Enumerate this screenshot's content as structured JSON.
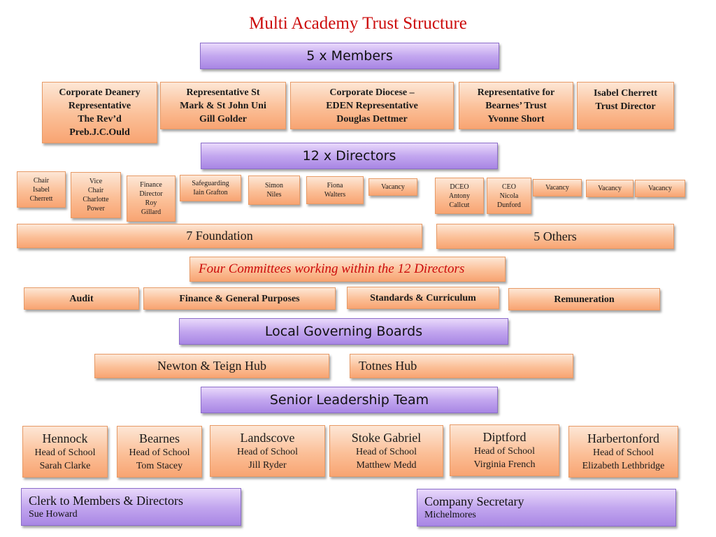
{
  "title": "Multi Academy Trust Structure",
  "members_header": "5 x Members",
  "members": [
    {
      "lines": [
        "Corporate Deanery",
        "Representative",
        "The Rev’d",
        "Preb.J.C.Ould"
      ]
    },
    {
      "lines": [
        "Representative St",
        "Mark & St John Uni",
        "Gill Golder"
      ]
    },
    {
      "lines": [
        "Corporate Diocese –",
        "EDEN Representative",
        "Douglas Dettmer"
      ]
    },
    {
      "lines": [
        "Representative for",
        "Bearnes’ Trust",
        "Yvonne Short"
      ]
    },
    {
      "lines": [
        "Isabel Cherrett",
        "Trust Director"
      ]
    }
  ],
  "directors_header": "12 x Directors",
  "directors": [
    {
      "lines": [
        "Chair",
        "Isabel",
        "Cherrett"
      ]
    },
    {
      "lines": [
        "Vice",
        "Chair",
        "Charlotte",
        "Power"
      ]
    },
    {
      "lines": [
        "Finance",
        "Director",
        "Roy",
        "Gillard"
      ]
    },
    {
      "lines": [
        "Safeguarding",
        "Iain Grafton"
      ]
    },
    {
      "lines": [
        "Simon",
        "Niles"
      ]
    },
    {
      "lines": [
        "Fiona",
        "Walters"
      ]
    },
    {
      "lines": [
        "Vacancy"
      ]
    },
    {
      "lines": [
        "DCEO",
        "Antony",
        "Callcut"
      ]
    },
    {
      "lines": [
        "CEO",
        "Nicola",
        "Dunford"
      ]
    },
    {
      "lines": [
        "Vacancy"
      ]
    },
    {
      "lines": [
        "Vacancy"
      ]
    },
    {
      "lines": [
        "Vacancy"
      ]
    }
  ],
  "foundation": "7 Foundation",
  "others": "5 Others",
  "committees_heading": "Four Committees working within the 12 Directors",
  "committees": [
    "Audit",
    "Finance & General Purposes",
    "Standards & Curriculum",
    "Remuneration"
  ],
  "lgb_header": "Local Governing Boards",
  "hubs": [
    "Newton & Teign Hub",
    "Totnes Hub"
  ],
  "slt_header": "Senior Leadership Team",
  "schools": [
    {
      "name": "Hennock",
      "role": "Head of School",
      "head": "Sarah Clarke"
    },
    {
      "name": "Bearnes",
      "role": "Head of School",
      "head": "Tom Stacey"
    },
    {
      "name": "Landscove",
      "role": "Head of School",
      "head": "Jill Ryder"
    },
    {
      "name": "Stoke Gabriel",
      "role": "Head of School",
      "head": "Matthew Medd"
    },
    {
      "name": "Diptford",
      "role": "Head of School",
      "head": "Virginia French"
    },
    {
      "name": "Harbertonford",
      "role": "Head of School",
      "head": "Elizabeth Lethbridge"
    }
  ],
  "clerk": {
    "title": "Clerk to Members & Directors",
    "name": "Sue Howard"
  },
  "secretary": {
    "title": "Company Secretary",
    "name": "Michelmores"
  },
  "colors": {
    "title": "#cc0a0a",
    "purple": "#c3a7ef",
    "orange": "#fbbf97"
  }
}
